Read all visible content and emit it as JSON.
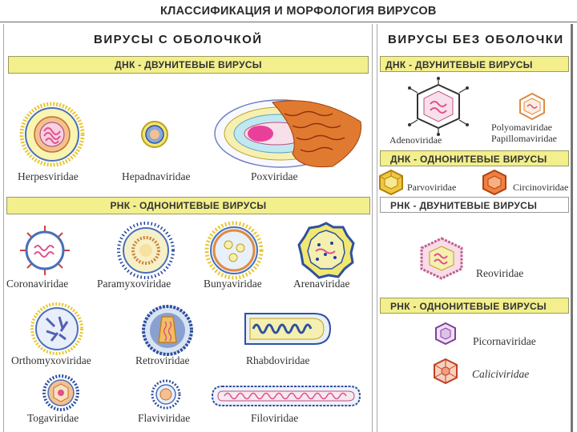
{
  "title": "КЛАССИФИКАЦИЯ И МОРФОЛОГИЯ ВИРУСОВ",
  "left": {
    "header": "ВИРУСЫ С ОБОЛОЧКОЙ",
    "dna_ds_bar": "ДНК - ДВУНИТЕВЫЕ ВИРУСЫ",
    "rna_ss_bar": "РНК - ОДНОНИТЕВЫЕ ВИРУСЫ",
    "dna_viruses": [
      "Herpesviridae",
      "Hepadnaviridae",
      "Poxviridae"
    ],
    "rna_viruses": [
      "Coronaviridae",
      "Paramyxoviridae",
      "Bunyaviridae",
      "Arenaviridae",
      "Orthomyxoviridae",
      "Retroviridae",
      "Rhabdoviridae",
      "Togaviridae",
      "Flaviviridae",
      "Filoviridae"
    ]
  },
  "right": {
    "header": "ВИРУСЫ БЕЗ ОБОЛОЧКИ",
    "dna_ds_bar": "ДНК - ДВУНИТЕВЫЕ ВИРУСЫ",
    "dna_ss_bar": "ДНК - ОДНОНИТЕВЫЕ ВИРУСЫ",
    "rna_ds_bar": "РНК - ДВУНИТЕВЫЕ ВИРУСЫ",
    "rna_ss_bar": "РНК - ОДНОНИТЕВЫЕ ВИРУСЫ",
    "adeno": "Adenoviridae",
    "polyoma": "Polyomaviridae",
    "papilloma": "Papillomaviridae",
    "parvo": "Parvoviridae",
    "circino": "Circinoviridae",
    "reo": "Reoviridae",
    "picorna": "Picornaviridae",
    "calici": "Caliciviridae"
  },
  "colors": {
    "bar_fill": "#f2ef8c",
    "spike_yellow": "#e8c830",
    "membrane_blue": "#4a70b8",
    "capsid_orange": "#e08a40",
    "nucleic_pink": "#e0508a"
  }
}
